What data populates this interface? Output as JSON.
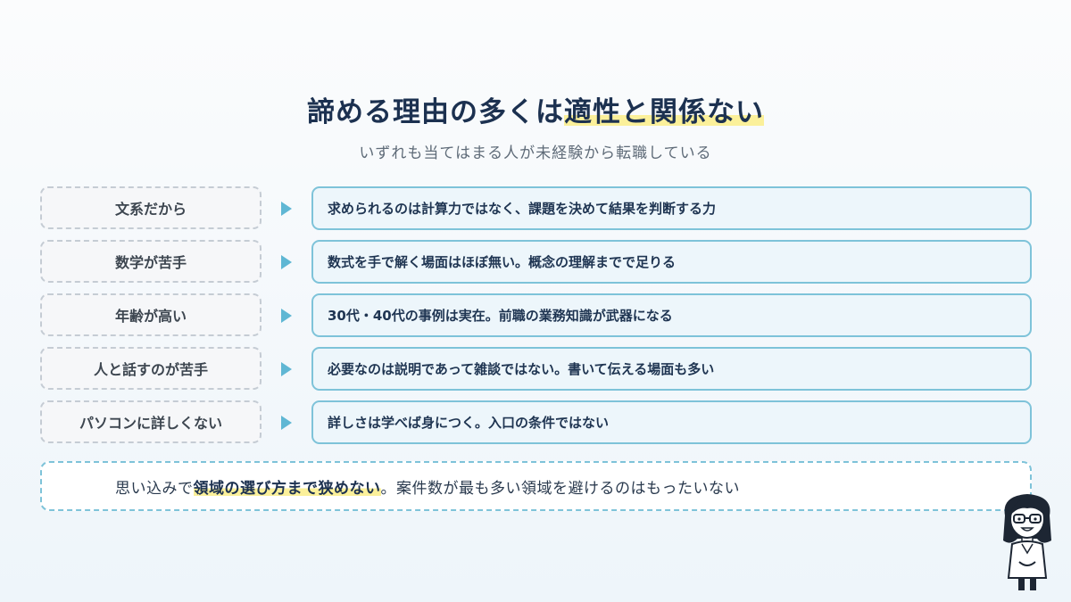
{
  "header": {
    "title_part1": "諦める理由の多くは",
    "title_highlight": "適性と関係ない",
    "subtitle": "いずれも当てはまる人が未経験から転職している"
  },
  "rows": [
    {
      "reason": "文系だから",
      "rebuttal": "求められるのは計算力ではなく、課題を決めて結果を判断する力"
    },
    {
      "reason": "数学が苦手",
      "rebuttal": "数式を手で解く場面はほぼ無い。概念の理解までで足りる"
    },
    {
      "reason": "年齢が高い",
      "rebuttal": "30代・40代の事例は実在。前職の業務知識が武器になる"
    },
    {
      "reason": "人と話すのが苦手",
      "rebuttal": "必要なのは説明であって雑談ではない。書いて伝える場面も多い"
    },
    {
      "reason": "パソコンに詳しくない",
      "rebuttal": "詳しさは学べば身につく。入口の条件ではない"
    }
  ],
  "note": {
    "prefix": "思い込みで",
    "bold": "領域の選び方まで狭めない",
    "suffix": "。案件数が最も多い領域を避けるのはもったいない"
  },
  "icons": {
    "arrow": "triangle-right-icon",
    "mascot": "woman-with-glasses-illustration"
  },
  "colors": {
    "accent": "#7ec3d9",
    "arrow": "#5fb7d4",
    "highlight": "#fbf09a",
    "title": "#1c3150"
  }
}
